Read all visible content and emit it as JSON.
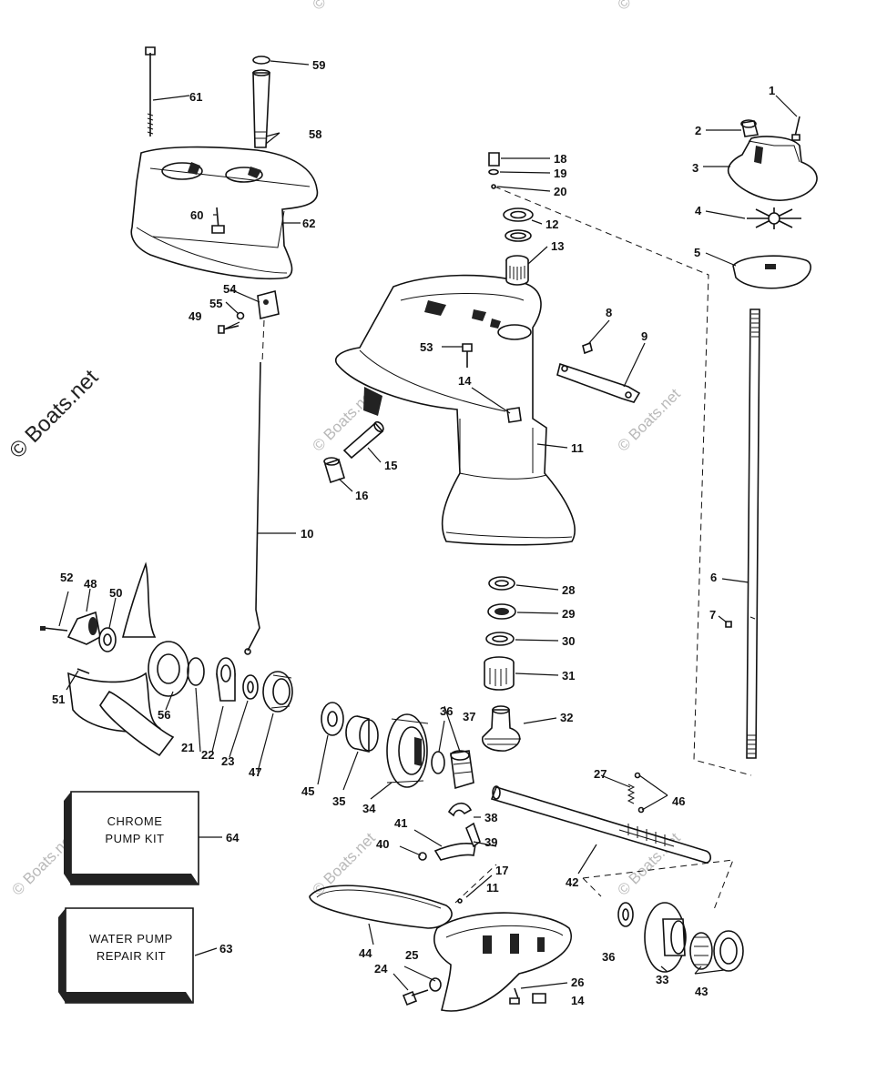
{
  "watermark": {
    "main": "© Boats.net",
    "faint": "© Boats.net"
  },
  "parts": {
    "p1": "1",
    "p2": "2",
    "p3": "3",
    "p4": "4",
    "p5": "5",
    "p6": "6",
    "p7": "7",
    "p8": "8",
    "p9": "9",
    "p10": "10",
    "p11a": "11",
    "p11b": "11",
    "p12": "12",
    "p13": "13",
    "p14a": "14",
    "p14b": "14",
    "p15": "15",
    "p16": "16",
    "p17": "17",
    "p18": "18",
    "p19": "19",
    "p20": "20",
    "p21": "21",
    "p22": "22",
    "p23": "23",
    "p24": "24",
    "p25": "25",
    "p26": "26",
    "p27": "27",
    "p28": "28",
    "p29": "29",
    "p30": "30",
    "p31": "31",
    "p32": "32",
    "p33": "33",
    "p34": "34",
    "p35": "35",
    "p36a": "36",
    "p36b": "36",
    "p37": "37",
    "p38": "38",
    "p39": "39",
    "p40": "40",
    "p41": "41",
    "p42": "42",
    "p43": "43",
    "p44": "44",
    "p45": "45",
    "p46": "46",
    "p47": "47",
    "p48": "48",
    "p49": "49",
    "p50": "50",
    "p51": "51",
    "p52": "52",
    "p53": "53",
    "p54": "54",
    "p55": "55",
    "p56": "56",
    "p58": "58",
    "p59": "59",
    "p60": "60",
    "p61": "61",
    "p62": "62",
    "p63": "63",
    "p64": "64"
  },
  "kits": {
    "chrome_line1": "CHROME",
    "chrome_line2": "PUMP KIT",
    "water_line1": "WATER PUMP",
    "water_line2": "REPAIR KIT"
  }
}
